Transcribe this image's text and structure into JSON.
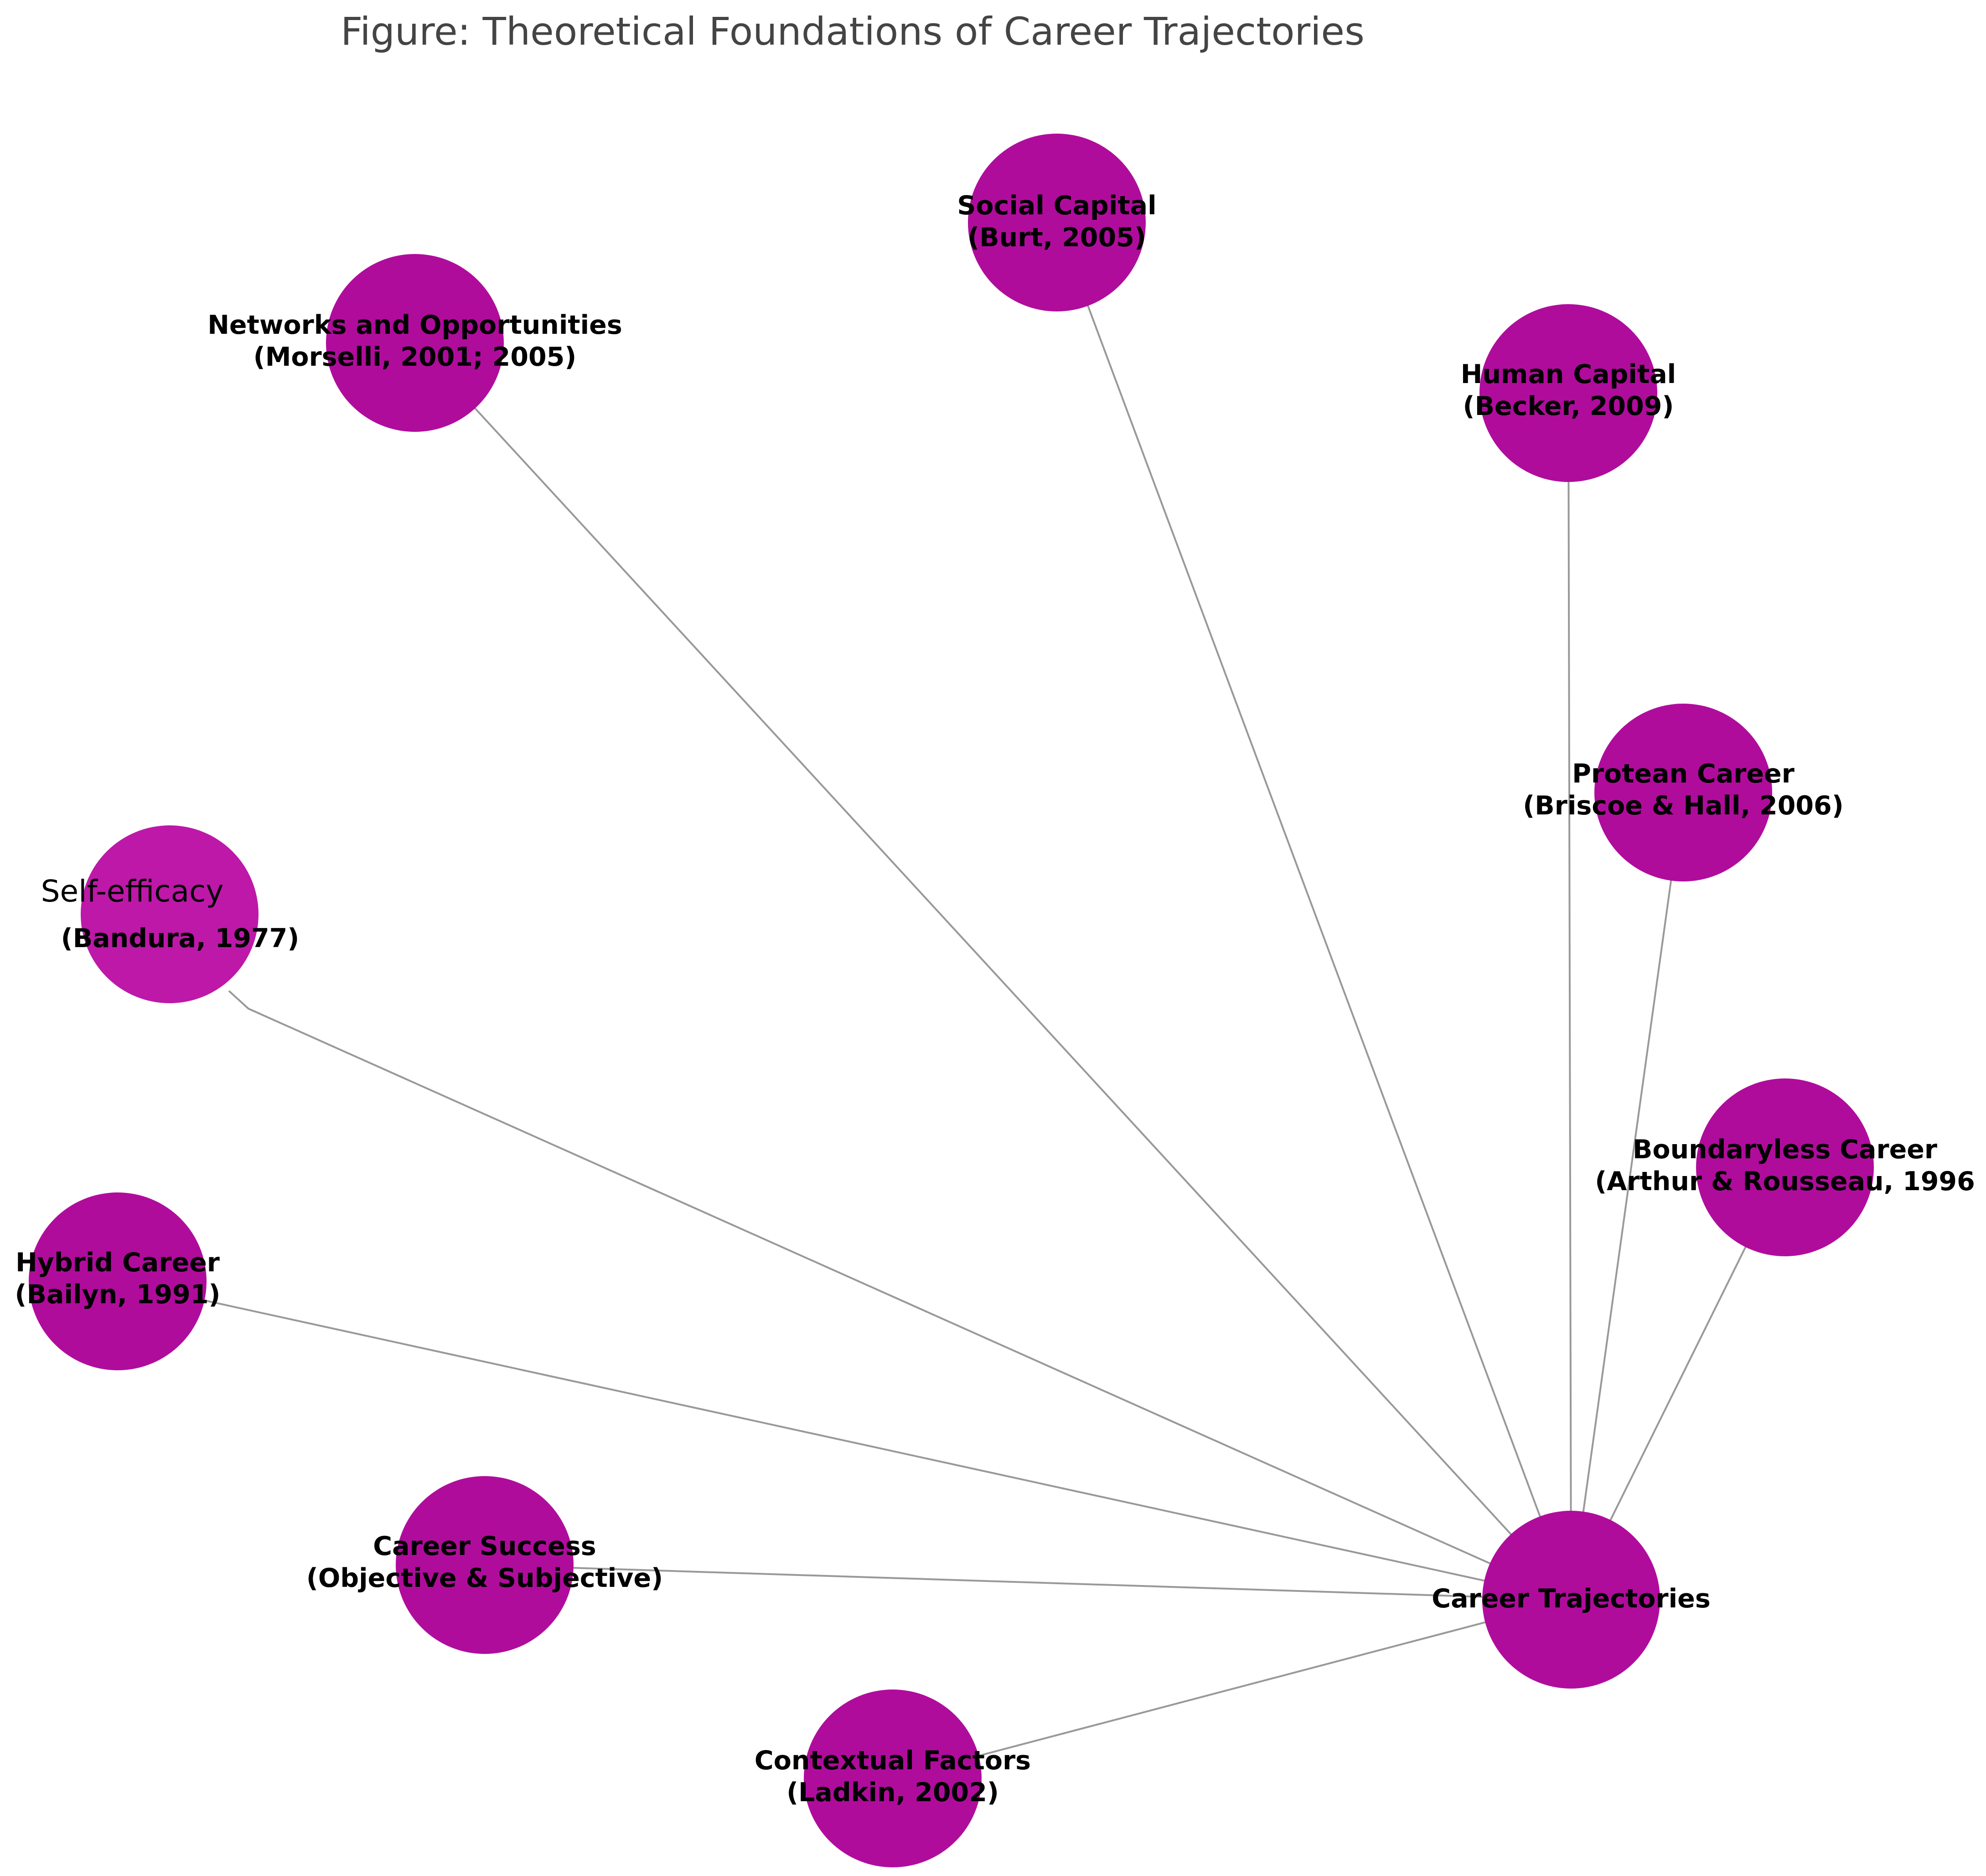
{
  "figure": {
    "title": "Figure: Theoretical Foundations of Career Trajectories"
  },
  "colors": {
    "node_fill": "#b00c9c",
    "node_fill_light": "#bd18a8",
    "edge": "#999999"
  },
  "nodes": [
    {
      "id": "social",
      "line1": "Social Capital",
      "line2": "(Burt, 2005)"
    },
    {
      "id": "networks",
      "line1": "Networks and Opportunities",
      "line2": "(Morselli, 2001; 2005)"
    },
    {
      "id": "human",
      "line1": "Human Capital",
      "line2": "(Becker, 2009)"
    },
    {
      "id": "protean",
      "line1": "Protean Career",
      "line2": "(Briscoe & Hall, 2006)"
    },
    {
      "id": "self",
      "line1": "Self-efficacy",
      "line2": "(Bandura, 1977)"
    },
    {
      "id": "boundaryless",
      "line1": "Boundaryless Career",
      "line2": "(Arthur & Rousseau, 1996"
    },
    {
      "id": "hybrid",
      "line1": "Hybrid Career",
      "line2": "(Bailyn, 1991)"
    },
    {
      "id": "success",
      "line1": "Career Success",
      "line2": "(Objective & Subjective)"
    },
    {
      "id": "center",
      "line1": "Career Trajectories",
      "line2": ""
    },
    {
      "id": "contextual",
      "line1": "Contextual Factors",
      "line2": "(Ladkin, 2002)"
    }
  ],
  "edges": [
    [
      "center",
      "social"
    ],
    [
      "center",
      "networks"
    ],
    [
      "center",
      "human"
    ],
    [
      "center",
      "protean"
    ],
    [
      "center",
      "self"
    ],
    [
      "center",
      "boundaryless"
    ],
    [
      "center",
      "hybrid"
    ],
    [
      "center",
      "success"
    ],
    [
      "center",
      "contextual"
    ]
  ]
}
